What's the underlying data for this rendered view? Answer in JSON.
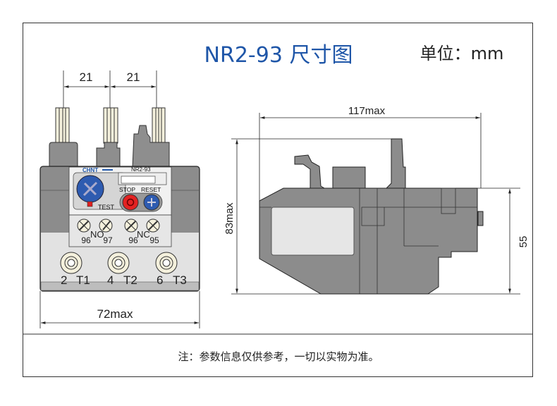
{
  "header": {
    "title": "NR2-93 尺寸图",
    "unit": "单位：mm",
    "title_color": "#1f56a8"
  },
  "front_view": {
    "dim_pitch_left": "21",
    "dim_pitch_right": "21",
    "dim_width": "72max",
    "brand": "CHNT",
    "model": "NR2-93",
    "stop_label": "STOP",
    "reset_label": "RESET",
    "test_label": "TEST",
    "no_label": "NO",
    "nc_label": "NC",
    "aux_terminals": [
      "96",
      "97",
      "96",
      "95"
    ],
    "main_terminals": [
      {
        "num": "2",
        "name": "T1"
      },
      {
        "num": "4",
        "name": "T2"
      },
      {
        "num": "6",
        "name": "T3"
      }
    ]
  },
  "side_view": {
    "dim_length": "117max",
    "dim_height": "83max",
    "dim_mount_height": "55"
  },
  "footer": {
    "note": "注：参数信息仅供参考，一切以实物为准。"
  }
}
